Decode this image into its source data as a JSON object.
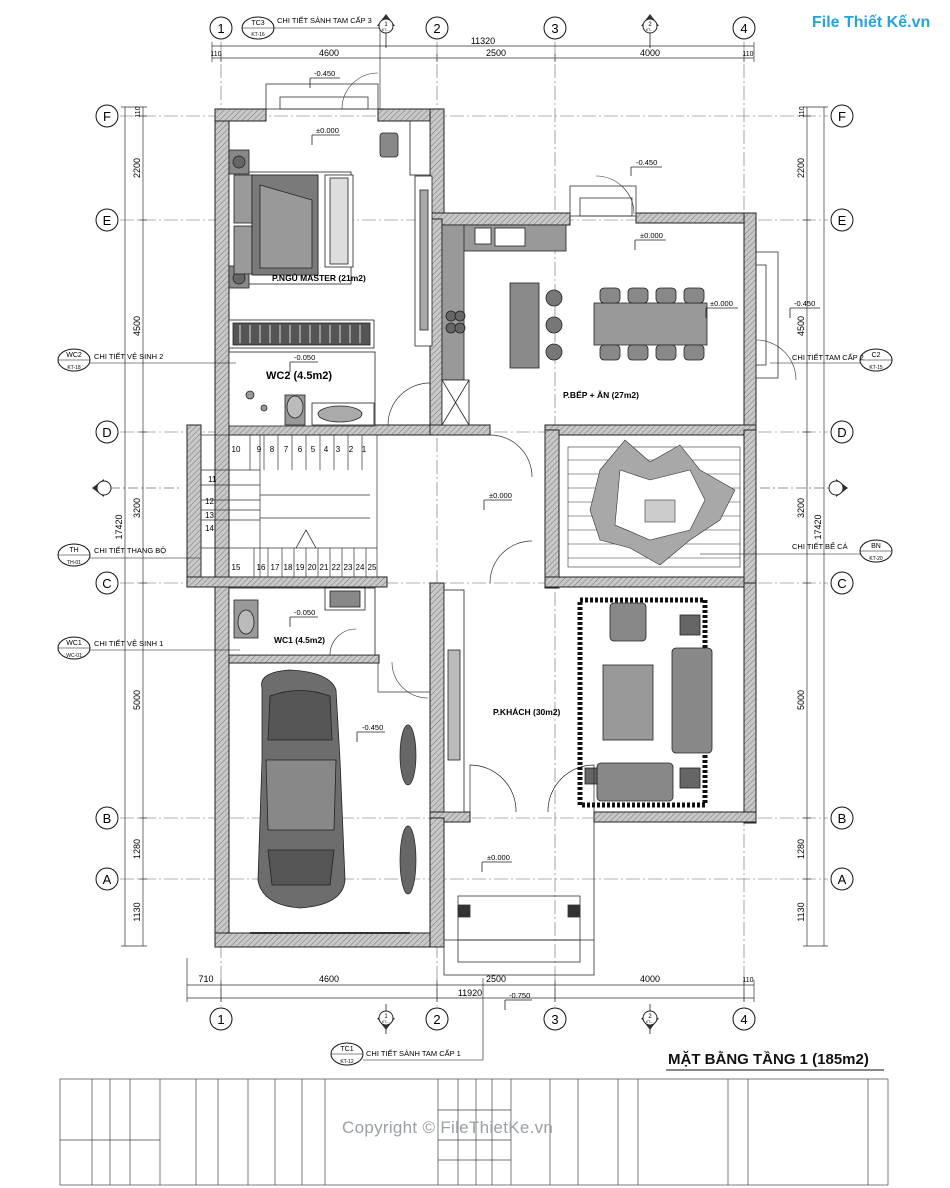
{
  "watermark": {
    "logo": "File Thiết Kế.vn",
    "copyright": "Copyright © FileThietKe.vn"
  },
  "sheet_title": "MẶT BẰNG TẦNG 1 (185m2)",
  "grid_columns": [
    "1",
    "2",
    "3",
    "4"
  ],
  "grid_rows": [
    "F",
    "E",
    "D",
    "C",
    "B",
    "A"
  ],
  "dims_top": {
    "total": "11320",
    "a": "110",
    "b": "4600",
    "c": "2500",
    "d": "4000",
    "e": "110"
  },
  "dims_bottom": {
    "total": "11920",
    "a": "710",
    "b": "4600",
    "c": "2500",
    "d": "4000",
    "e": "110"
  },
  "dims_left": {
    "total": "17420",
    "a": "110",
    "b": "2200",
    "c": "4500",
    "d": "3200",
    "e": "5000",
    "f": "1280",
    "g": "1130"
  },
  "dims_right": {
    "total": "17420",
    "a": "110",
    "b": "2200",
    "c": "4500",
    "d": "3200",
    "e": "5000",
    "f": "1280",
    "g": "1130"
  },
  "rooms": {
    "master": "P.NGỦ MASTER (21m2)",
    "kitchen": "P.BẾP + ĂN (27m2)",
    "wc2": "WC2 (4.5m2)",
    "wc1": "WC1 (4.5m2)",
    "living": "P.KHÁCH (30m2)"
  },
  "levels": {
    "top_entry": "-0.450",
    "master": "±0.000",
    "kitchen_door": "-0.450",
    "kitchen": "±0.000",
    "dining": "±0.000",
    "kitchen_step": "-0.450",
    "wc2": "-0.050",
    "hall": "±0.000",
    "wc1": "-0.050",
    "garage": "-0.450",
    "porch": "±0.000",
    "ground": "-0.750"
  },
  "callouts": {
    "tc3": {
      "code": "TC3",
      "sheet": "KT-16",
      "text": "CHI TIẾT SẢNH TAM CẤP 3"
    },
    "c2": {
      "code": "C2",
      "sheet": "KT-15",
      "text": "CHI TIẾT TAM CẤP 2"
    },
    "wc2": {
      "code": "WC2",
      "sheet": "KT-18",
      "text": "CHI TIẾT VỆ SINH 2"
    },
    "th": {
      "code": "TH",
      "sheet": "TH-01",
      "text": "CHI TIẾT THANG BỘ"
    },
    "bn": {
      "code": "BN",
      "sheet": "KT-20",
      "text": "CHI TIẾT BỂ CÁ"
    },
    "wc1": {
      "code": "WC1",
      "sheet": "WC-01",
      "text": "CHI TIẾT VỆ SINH 1"
    },
    "tc1": {
      "code": "TC1",
      "sheet": "KT-12",
      "text": "CHI TIẾT SẢNH TAM CẤP 1"
    }
  },
  "section_marks": {
    "s1": "1",
    "s2": "2",
    "sheet": "KT-..."
  },
  "stairs_upper": [
    "10",
    "9",
    "8",
    "7",
    "6",
    "5",
    "4",
    "3",
    "2",
    "1"
  ],
  "stairs_side": [
    "11",
    "12",
    "13",
    "14"
  ],
  "stairs_lower": [
    "15",
    "16",
    "17",
    "18",
    "19",
    "20",
    "21",
    "22",
    "23",
    "24",
    "25"
  ]
}
